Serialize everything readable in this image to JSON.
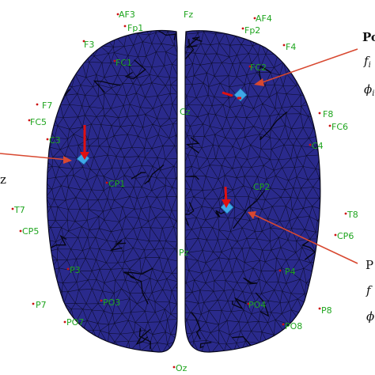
{
  "electrodes": [
    {
      "label": "AF3",
      "ink": true
    },
    {
      "label": "Fz",
      "ink": false
    },
    {
      "label": "AF4",
      "ink": true
    },
    {
      "label": "Fp1",
      "ink": false
    },
    {
      "label": "Fp2",
      "ink": false
    },
    {
      "label": "F3",
      "ink": false
    },
    {
      "label": "F4",
      "ink": false
    },
    {
      "label": "FC1",
      "ink": false
    },
    {
      "label": "FC2",
      "ink": false
    },
    {
      "label": "F7",
      "ink": false
    },
    {
      "label": "F8",
      "ink": false
    },
    {
      "label": "FC5",
      "ink": false
    },
    {
      "label": "FC6",
      "ink": false
    },
    {
      "label": "Cz",
      "ink": false
    },
    {
      "label": "C3",
      "ink": false
    },
    {
      "label": "C4",
      "ink": false
    },
    {
      "label": "CP1",
      "ink": false
    },
    {
      "label": "CP2",
      "ink": false
    },
    {
      "label": "T7",
      "ink": false
    },
    {
      "label": "T8",
      "ink": false
    },
    {
      "label": "CP5",
      "ink": false
    },
    {
      "label": "CP6",
      "ink": false
    },
    {
      "label": "Pz",
      "ink": false
    },
    {
      "label": "P3",
      "ink": false
    },
    {
      "label": "P4",
      "ink": false
    },
    {
      "label": "P7",
      "ink": false
    },
    {
      "label": "P8",
      "ink": false
    },
    {
      "label": "PO3",
      "ink": false
    },
    {
      "label": "PO4",
      "ink": false
    },
    {
      "label": "PO7",
      "ink": false
    },
    {
      "label": "PO8",
      "ink": false
    },
    {
      "label": "Oz",
      "ink": false
    }
  ],
  "side_text": {
    "top_right_title": "Po",
    "top_right_line1": "f",
    "top_right_line1_sub": "i",
    "top_right_line2": "ϕ",
    "top_right_line2_sub": "i",
    "left_fragment": "z",
    "bottom_right_title": "P",
    "bottom_right_line1": "f",
    "bottom_right_line2": "ϕ"
  },
  "colors": {
    "brain_fill": "#2a2a8c",
    "mesh_line": "#07071a",
    "electrode_label": "#1fa51f",
    "electrode_dot": "#cc1111",
    "source_arrow": "#e01010",
    "pointer_arrow": "#d84830",
    "source_patch": "#3fa8e8"
  }
}
